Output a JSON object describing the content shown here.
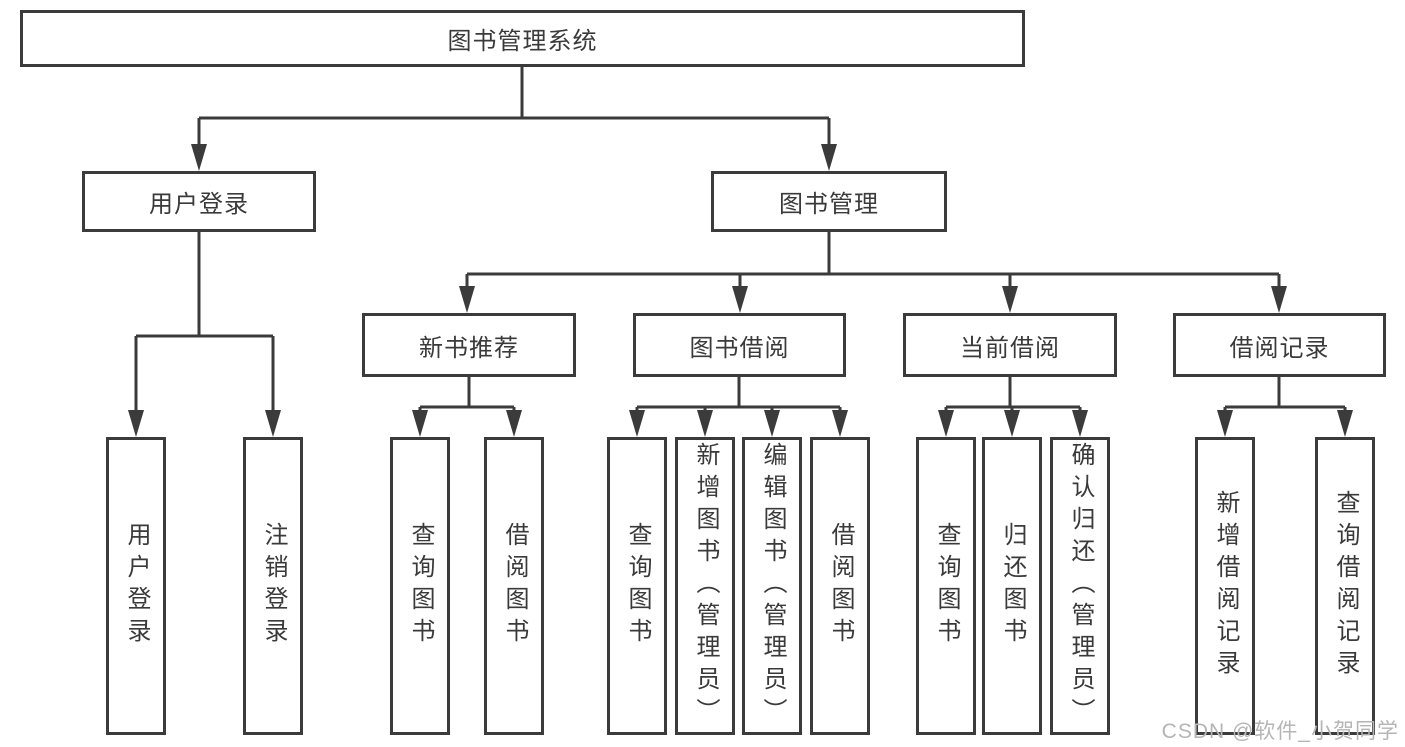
{
  "root": {
    "label": "图书管理系统"
  },
  "branches": [
    {
      "label": "用户登录",
      "children": [
        "用户登录",
        "注销登录"
      ]
    },
    {
      "label": "图书管理"
    }
  ],
  "modules": [
    {
      "label": "新书推荐",
      "children": [
        "查询图书",
        "借阅图书"
      ]
    },
    {
      "label": "图书借阅",
      "children": [
        "查询图书",
        "新增图书（管理员）",
        "编辑图书（管理员）",
        "借阅图书"
      ]
    },
    {
      "label": "当前借阅",
      "children": [
        "查询图书",
        "归还图书",
        "确认归还（管理员）"
      ]
    },
    {
      "label": "借阅记录",
      "children": [
        "新增借阅记录",
        "查询借阅记录"
      ]
    }
  ],
  "watermark": "CSDN @软件_小贺同学",
  "colors": {
    "line": "#3b3b3b",
    "text": "#3a3a3a",
    "watermark": "#b5b5b5",
    "background": "#ffffff"
  }
}
